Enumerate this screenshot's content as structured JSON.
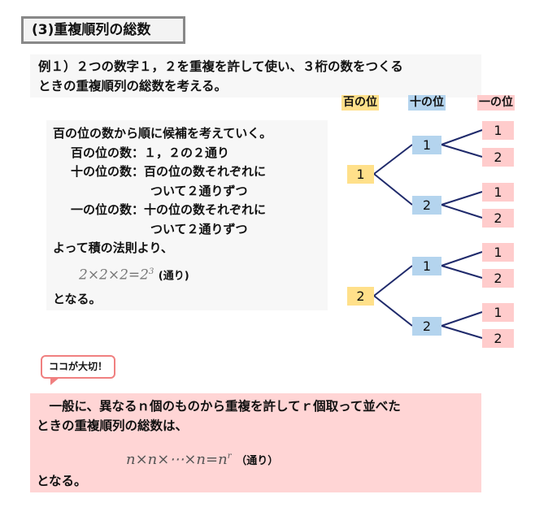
{
  "title": "(3)重複順列の総数",
  "example": {
    "line1": "例１）２つの数字１，２を重複を許して使い、３桁の数をつくる",
    "line2": "ときの重複順列の総数を考える。"
  },
  "labels": {
    "hundreds": "百の位",
    "tens": "十の位",
    "ones": "一の位"
  },
  "explain": {
    "l1": "百の位の数から順に候補を考えていく。",
    "l2": "百の位の数：１，２の２通り",
    "l3": "十の位の数：百の位の数それぞれに",
    "l4": "ついて２通りずつ",
    "l5": "一の位の数：十の位の数それぞれに",
    "l6": "ついて２通りずつ",
    "l7": "よって積の法則より、",
    "formula": "2×2×2=2",
    "formula_exp": "3",
    "formula_unit": "(通り)",
    "l8": "となる。"
  },
  "tree": {
    "root1": "1",
    "root2": "2",
    "t11": "1",
    "t12": "2",
    "t21": "1",
    "t22": "2",
    "o": [
      "1",
      "2",
      "1",
      "2",
      "1",
      "2",
      "1",
      "2"
    ]
  },
  "colors": {
    "hundreds": "#ffe08a",
    "tens": "#b4d4ee",
    "ones": "#ffcccc",
    "line": "#1f2a6b"
  },
  "callout": "ココが大切！",
  "general": {
    "l1": "　一般に、異なるｎ個のものから重複を許してｒ個取って並べた",
    "l2": "ときの重複順列の総数は、",
    "formula": "n×n×⋯×n=n",
    "formula_exp": "r",
    "formula_unit": "（通り）",
    "l3": "となる。"
  }
}
